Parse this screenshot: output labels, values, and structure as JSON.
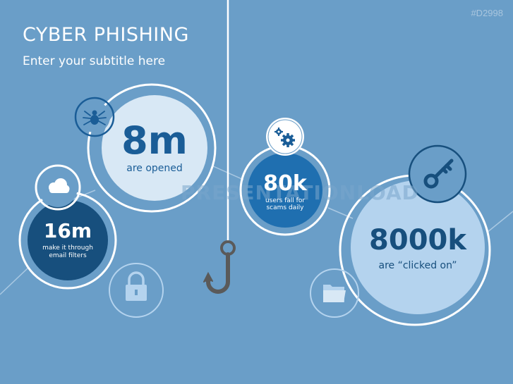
{
  "slide": {
    "title": "CYBER PHISHING",
    "subtitle": "Enter your subtitle here",
    "code": "#D2998",
    "watermark": "PRESENTATIONLOAD"
  },
  "stats": [
    {
      "value": "8m",
      "caption": "are opened",
      "icon": "spider-icon"
    },
    {
      "value": "16m",
      "caption_lines": [
        "make it through",
        "email filters"
      ],
      "icon": "cloud-icon"
    },
    {
      "value": "80k",
      "caption_lines": [
        "users fall for",
        "scams daily"
      ],
      "icon": "gears-icon"
    },
    {
      "value": "8000k",
      "caption": "are “clicked on”",
      "icon": "key-icon"
    }
  ],
  "decor_icons": [
    "lock-icon",
    "folder-icon",
    "fishing-hook-icon"
  ],
  "colors": {
    "background": "#6a9ec8",
    "light_circle": "#d8e8f5",
    "mid_circle": "#1f6fb0",
    "dark_circle": "#174f7d",
    "text_dark_blue": "#1a5d97",
    "hook": "#5a5a5a"
  }
}
